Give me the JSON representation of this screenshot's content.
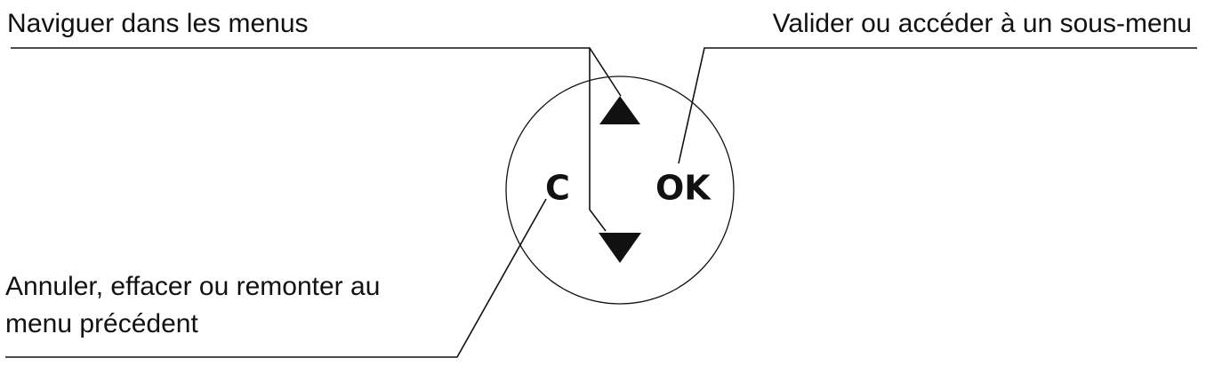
{
  "callouts": {
    "navigate": "Naviguer dans les menus",
    "validate": "Valider ou accéder à un sous-menu",
    "cancel_line1": "Annuler, effacer ou remonter au",
    "cancel_line2": "menu précédent"
  },
  "keys": {
    "cancel": "C",
    "ok": "OK"
  },
  "icons": {
    "up": "triangle-up-icon",
    "down": "triangle-down-icon"
  },
  "colors": {
    "ink": "#111111",
    "background": "#ffffff"
  }
}
